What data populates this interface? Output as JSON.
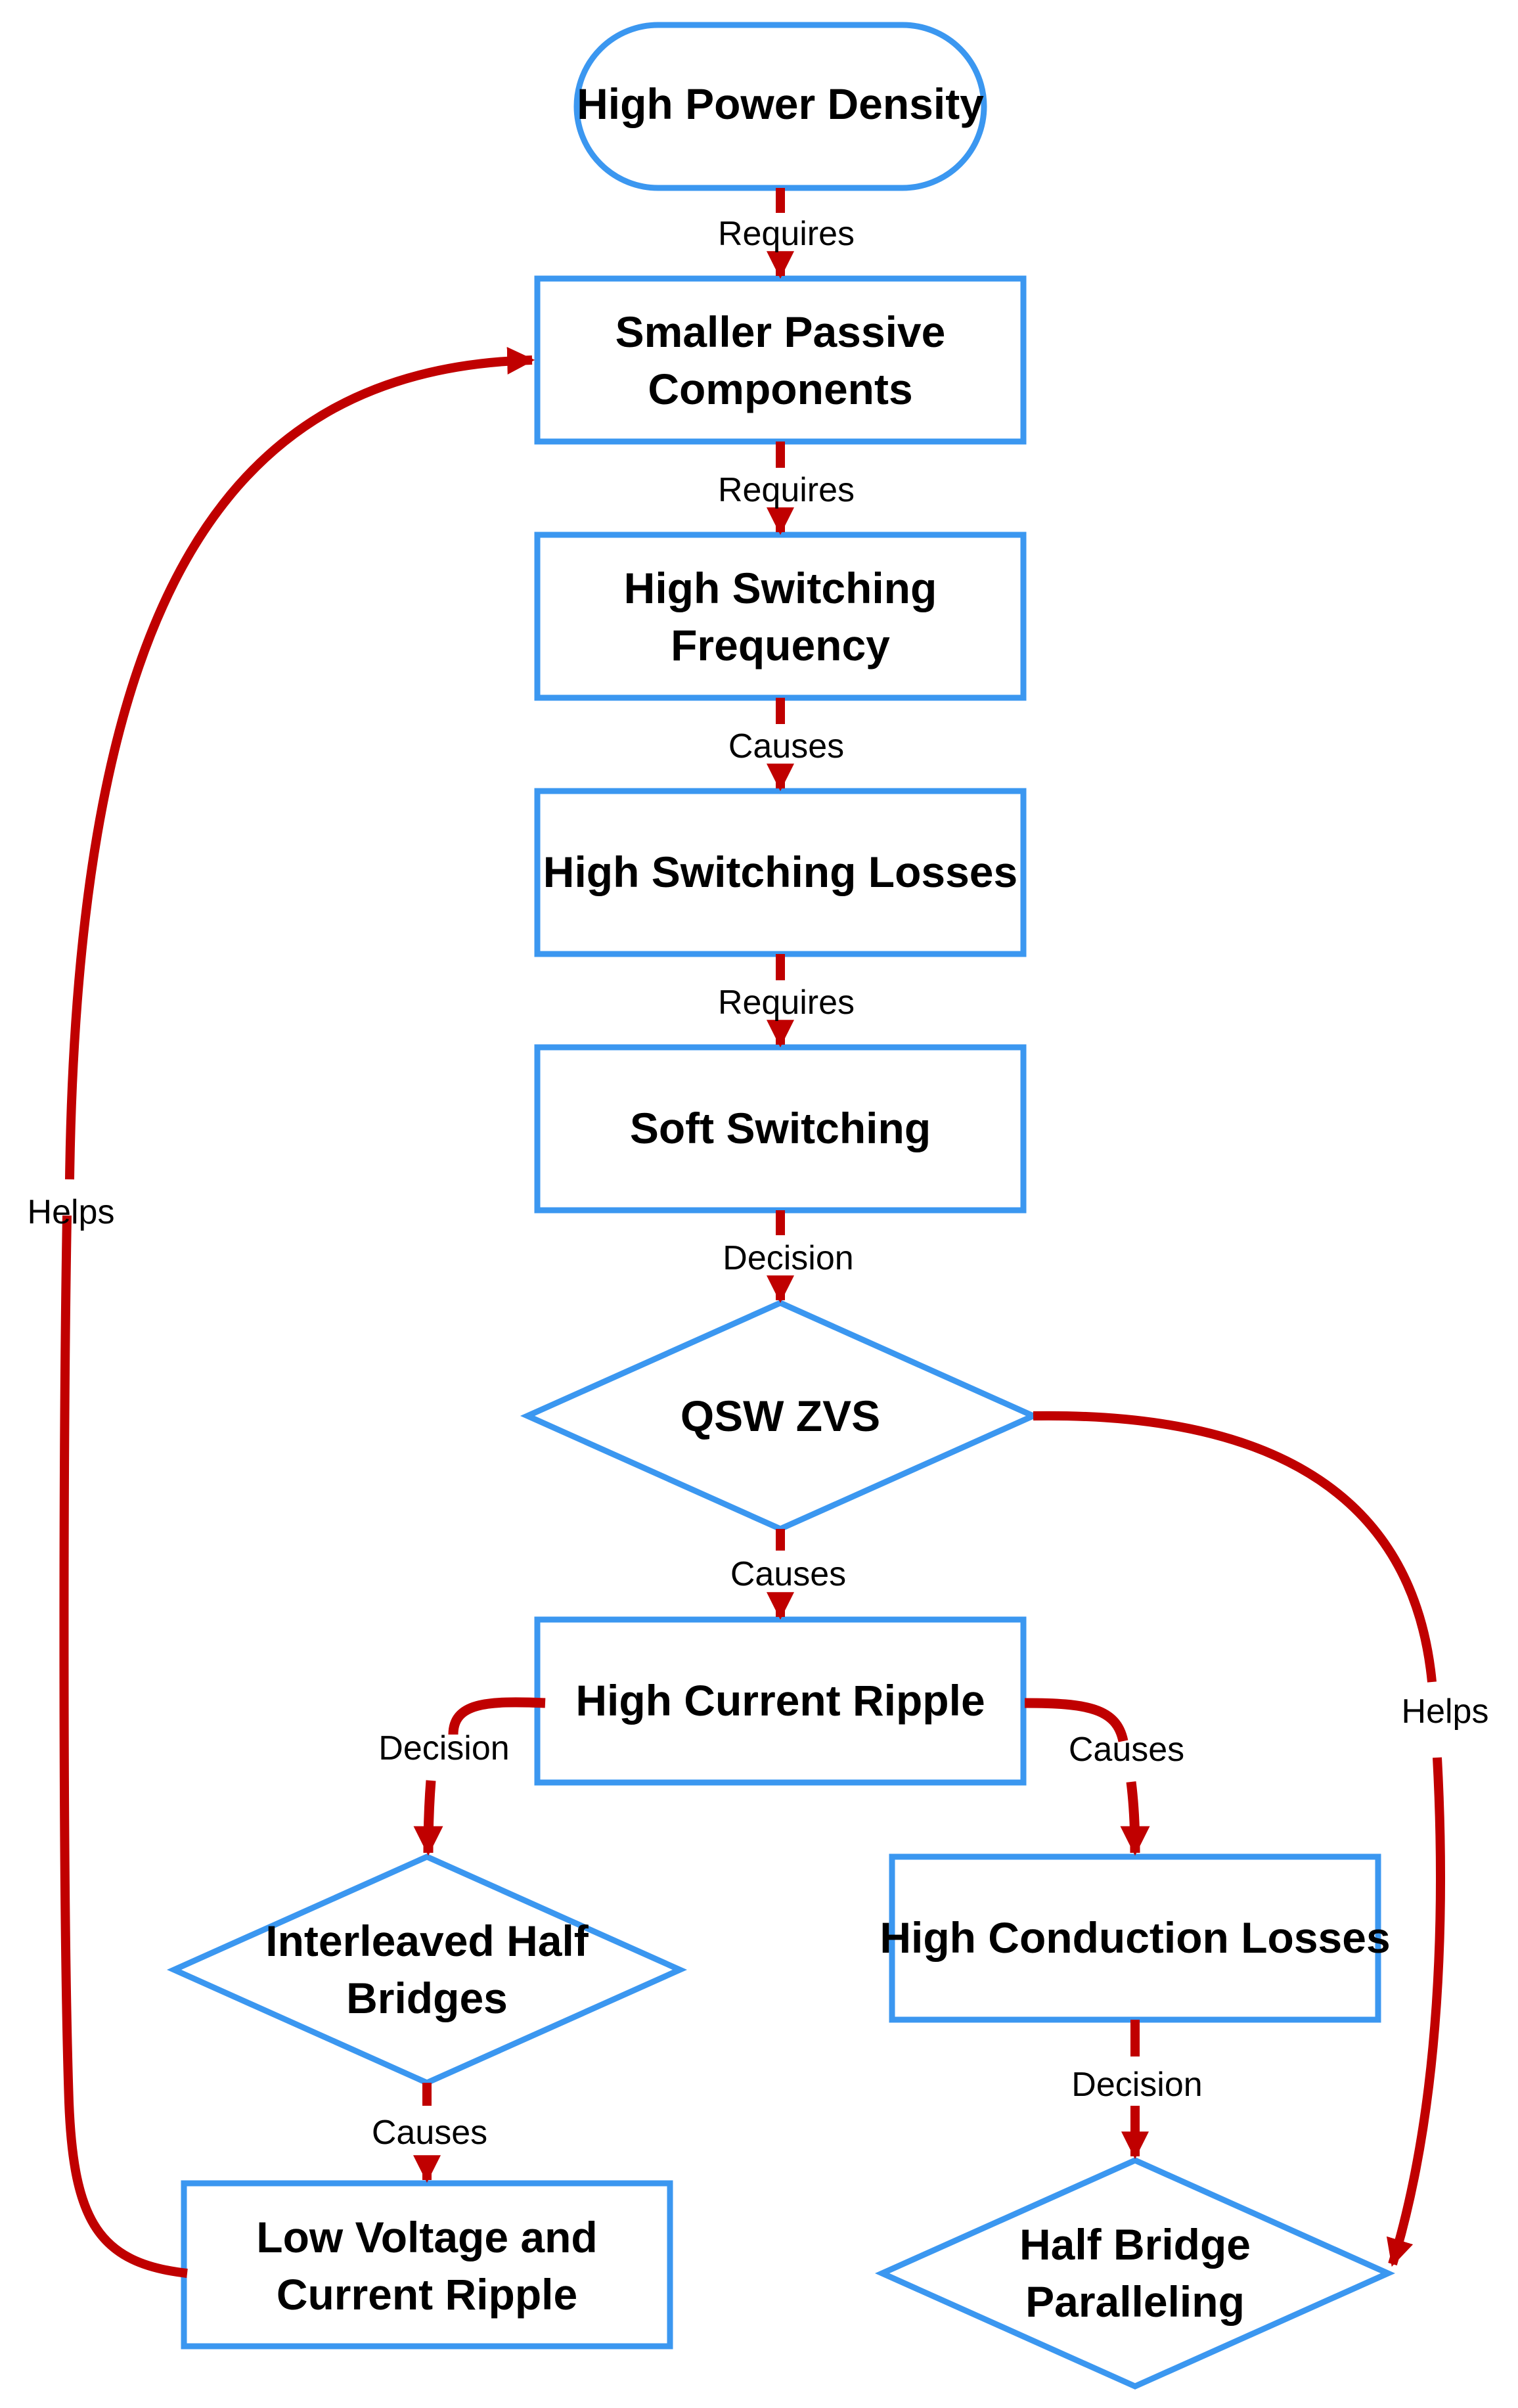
{
  "nodes": {
    "high_power_density": {
      "label": "High Power Density"
    },
    "smaller_passive": {
      "label": [
        "Smaller Passive",
        "Components"
      ]
    },
    "high_switching_freq": {
      "label": [
        "High Switching",
        "Frequency"
      ]
    },
    "high_switching_losses": {
      "label": "High Switching Losses"
    },
    "soft_switching": {
      "label": "Soft Switching"
    },
    "qsw_zvs": {
      "label": "QSW ZVS"
    },
    "high_current_ripple": {
      "label": "High Current Ripple"
    },
    "interleaved_half_bridges": {
      "label": [
        "Interleaved Half",
        "Bridges"
      ]
    },
    "low_voltage_ripple": {
      "label": [
        "Low Voltage and",
        "Current Ripple"
      ]
    },
    "high_conduction_losses": {
      "label": "High Conduction Losses"
    },
    "half_bridge_paralleling": {
      "label": [
        "Half Bridge",
        "Paralleling"
      ]
    }
  },
  "edges": {
    "e1": "Requires",
    "e2": "Requires",
    "e3": "Causes",
    "e4": "Requires",
    "e5": "Decision",
    "e6": "Causes",
    "e7": "Decision",
    "e8": "Causes",
    "e9": "Causes",
    "e10": "Decision",
    "e11": "Helps",
    "e12": "Helps"
  },
  "colors": {
    "node_border": "#3B97F0",
    "edge": "#C00000",
    "text": "#000000"
  }
}
